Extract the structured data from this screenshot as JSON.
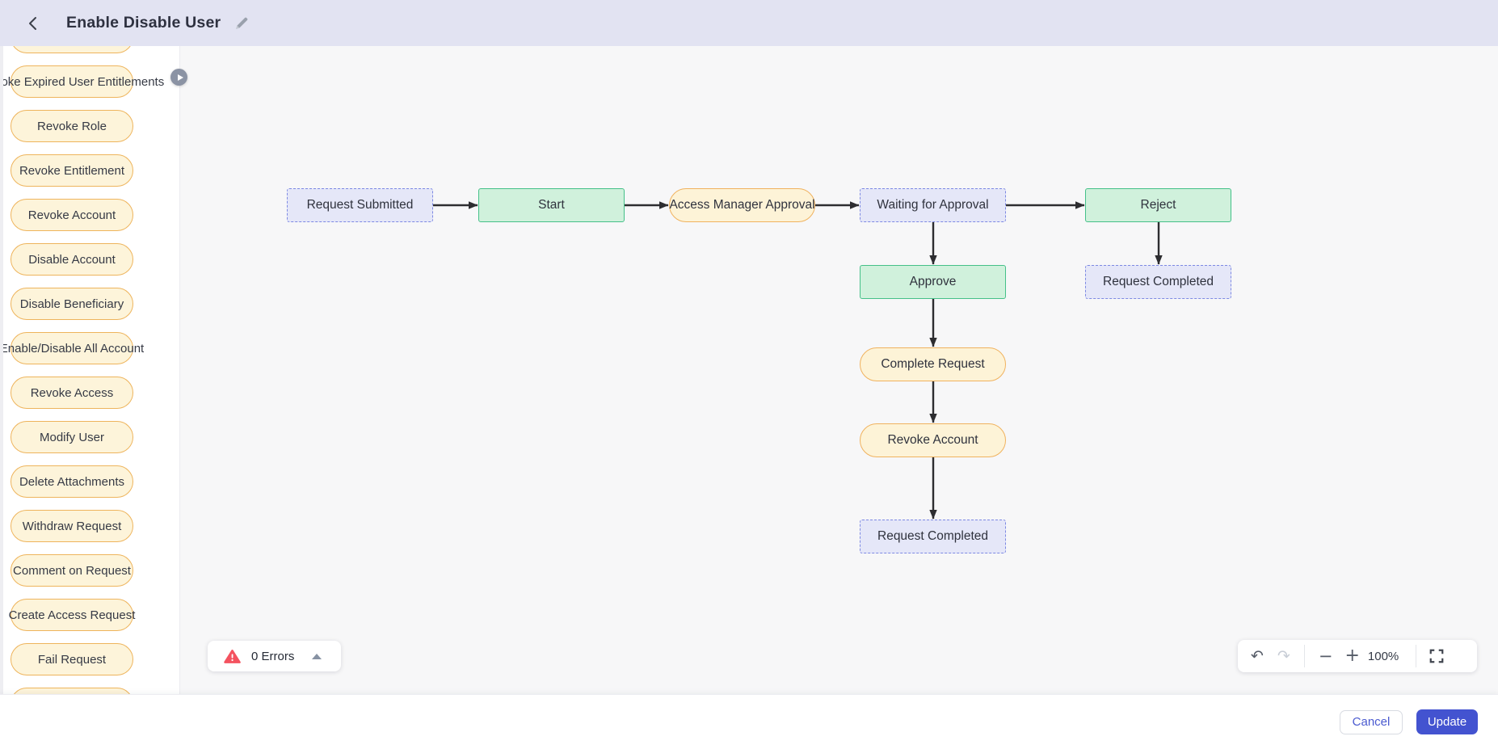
{
  "header": {
    "title": "Enable Disable User"
  },
  "sidebar": {
    "items": [
      {
        "label": "Revoke Expired User Entitlements"
      },
      {
        "label": "Revoke Role"
      },
      {
        "label": "Revoke Entitlement"
      },
      {
        "label": "Revoke Account"
      },
      {
        "label": "Disable Account"
      },
      {
        "label": "Disable Beneficiary"
      },
      {
        "label": "Enable/Disable All Account"
      },
      {
        "label": "Revoke Access"
      },
      {
        "label": "Modify User"
      },
      {
        "label": "Delete Attachments"
      },
      {
        "label": "Withdraw Request"
      },
      {
        "label": "Comment on Request"
      },
      {
        "label": "Create Access Request"
      },
      {
        "label": "Fail Request"
      }
    ]
  },
  "canvas": {
    "nodes": {
      "request_submitted": {
        "label": "Request Submitted",
        "type": "state"
      },
      "start": {
        "label": "Start",
        "type": "action-green"
      },
      "access_manager_approval": {
        "label": "Access Manager Approval",
        "type": "action-yellow"
      },
      "waiting_for_approval": {
        "label": "Waiting for Approval",
        "type": "state"
      },
      "reject": {
        "label": "Reject",
        "type": "action-green"
      },
      "approve": {
        "label": "Approve",
        "type": "action-green"
      },
      "request_completed_right": {
        "label": "Request Completed",
        "type": "state"
      },
      "complete_request": {
        "label": "Complete Request",
        "type": "action-yellow"
      },
      "revoke_account": {
        "label": "Revoke Account",
        "type": "action-yellow"
      },
      "request_completed_bottom": {
        "label": "Request Completed",
        "type": "state"
      }
    },
    "edges": [
      {
        "from": "request_submitted",
        "to": "start"
      },
      {
        "from": "start",
        "to": "access_manager_approval"
      },
      {
        "from": "access_manager_approval",
        "to": "waiting_for_approval"
      },
      {
        "from": "waiting_for_approval",
        "to": "reject"
      },
      {
        "from": "waiting_for_approval",
        "to": "approve"
      },
      {
        "from": "reject",
        "to": "request_completed_right"
      },
      {
        "from": "approve",
        "to": "complete_request"
      },
      {
        "from": "complete_request",
        "to": "revoke_account"
      },
      {
        "from": "revoke_account",
        "to": "request_completed_bottom"
      }
    ]
  },
  "errors_panel": {
    "label": "0 Errors"
  },
  "zoom_toolbar": {
    "zoom_level": "100%"
  },
  "footer": {
    "cancel_label": "Cancel",
    "update_label": "Update"
  },
  "glyphs": {
    "undo": "↶",
    "redo": "↷",
    "zoom_out": "−",
    "zoom_in": "+"
  },
  "icons": {
    "back-icon": "chevron-left",
    "edit-icon": "pencil",
    "expand-sidebar-icon": "play-circle",
    "warning-icon": "rounded-triangle-exclamation",
    "collapse-icon": "triangle-up",
    "fullscreen-icon": "corner-brackets"
  },
  "colors": {
    "header_bg": "#e2e3f2",
    "canvas_bg": "#f7f7f8",
    "state_node_fill": "#e5e7f8",
    "state_node_border": "#7d89e3",
    "green_node_fill": "#d0f1dc",
    "green_node_border": "#45c089",
    "yellow_node_fill": "#fdf3d7",
    "yellow_node_border": "#f0b25e",
    "arrow": "#2d2d30",
    "error_icon": "#f4525f",
    "primary_button_bg": "#4353d0",
    "cancel_text": "#4a5ad0"
  }
}
